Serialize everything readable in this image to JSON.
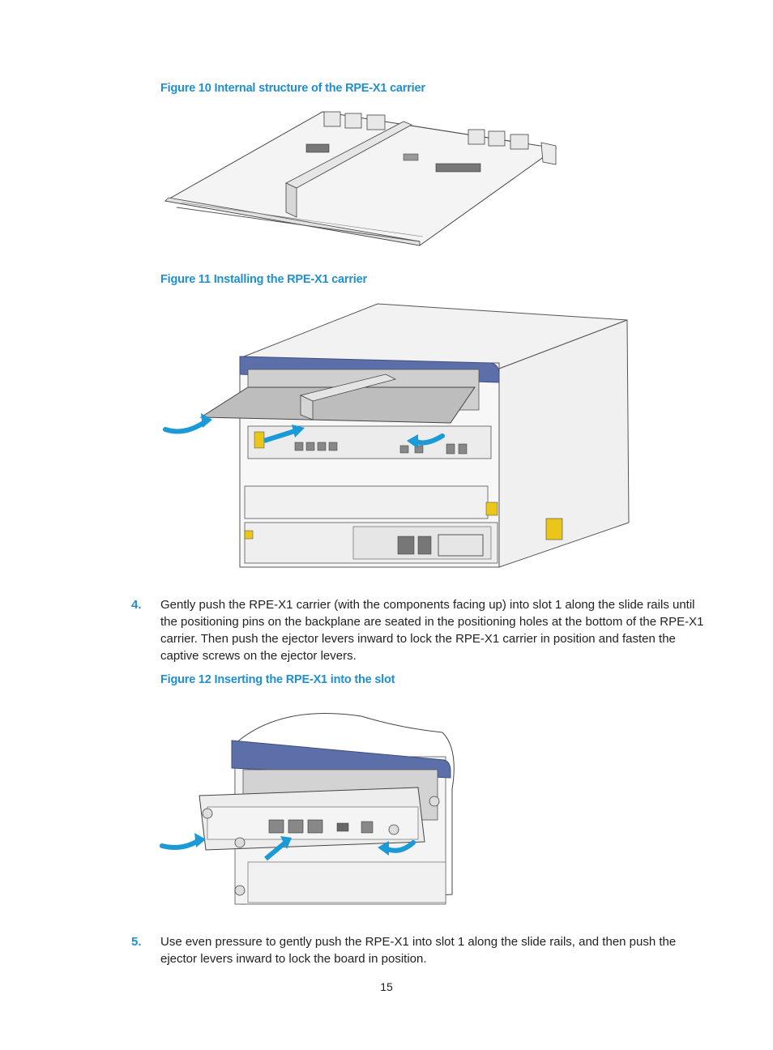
{
  "figures": [
    {
      "caption": "Figure 10 Internal structure of the RPE-X1 carrier"
    },
    {
      "caption": "Figure 11 Installing the RPE-X1 carrier"
    },
    {
      "caption": "Figure 12 Inserting the RPE-X1 into the slot"
    }
  ],
  "steps": [
    {
      "number": "4.",
      "text": "Gently push the RPE-X1 carrier (with the components facing up) into slot 1 along the slide rails until the positioning pins on the backplane are seated in the positioning holes at the bottom of the RPE-X1 carrier. Then push the ejector levers inward to lock the RPE-X1 carrier in position and fasten the captive screws on the ejector levers."
    },
    {
      "number": "5.",
      "text": "Use even pressure to gently push the RPE-X1 into slot 1 along the slide rails, and then push the ejector levers inward to lock the board in position."
    }
  ],
  "page_number": "15",
  "colors": {
    "accent": "#1f8fd0",
    "chassis_top": "#5d6fa8",
    "arrow": "#1a9ad6"
  }
}
